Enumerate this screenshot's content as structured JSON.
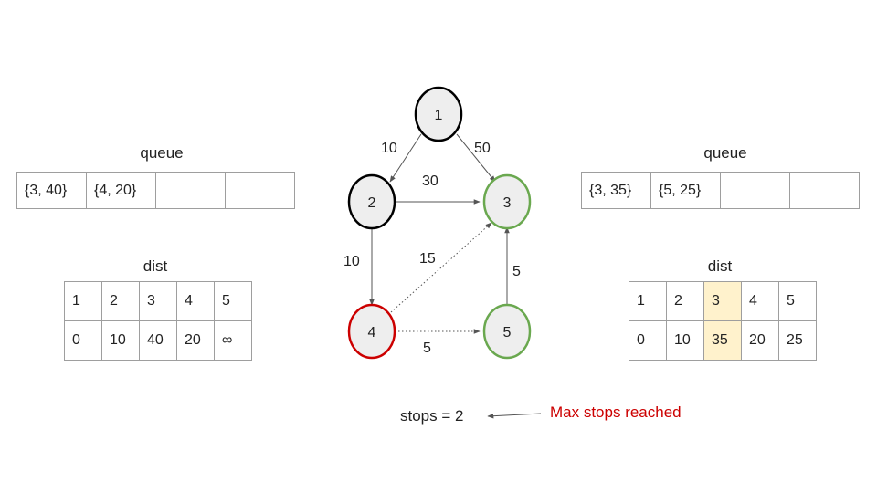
{
  "left": {
    "queue_title": "queue",
    "queue": [
      "{3, 40}",
      "{4, 20}",
      "",
      ""
    ],
    "dist_title": "dist",
    "dist_header": [
      "1",
      "2",
      "3",
      "4",
      "5"
    ],
    "dist_values": [
      "0",
      "10",
      "40",
      "20",
      "∞"
    ]
  },
  "right": {
    "queue_title": "queue",
    "queue": [
      "{3, 35}",
      "{5, 25}",
      "",
      ""
    ],
    "dist_title": "dist",
    "dist_header": [
      "1",
      "2",
      "3",
      "4",
      "5"
    ],
    "dist_values": [
      "0",
      "10",
      "35",
      "20",
      "25"
    ],
    "highlight_color": "#fff2cc"
  },
  "graph": {
    "nodes": [
      {
        "label": "1",
        "border": "#000000"
      },
      {
        "label": "2",
        "border": "#000000"
      },
      {
        "label": "3",
        "border": "#6aa84f"
      },
      {
        "label": "4",
        "border": "#cc0000"
      },
      {
        "label": "5",
        "border": "#6aa84f"
      }
    ],
    "edges": [
      {
        "from": "1",
        "to": "2",
        "weight": "10",
        "style": "solid"
      },
      {
        "from": "1",
        "to": "3",
        "weight": "50",
        "style": "solid"
      },
      {
        "from": "2",
        "to": "3",
        "weight": "30",
        "style": "solid"
      },
      {
        "from": "2",
        "to": "4",
        "weight": "10",
        "style": "solid"
      },
      {
        "from": "4",
        "to": "3",
        "weight": "15",
        "style": "dotted"
      },
      {
        "from": "4",
        "to": "5",
        "weight": "5",
        "style": "dotted"
      },
      {
        "from": "5",
        "to": "3",
        "weight": "5",
        "style": "solid"
      }
    ],
    "node_fill": "#eeeeee"
  },
  "footer": {
    "stops": "stops = 2",
    "note": "Max stops reached",
    "note_color": "#cc0000"
  }
}
